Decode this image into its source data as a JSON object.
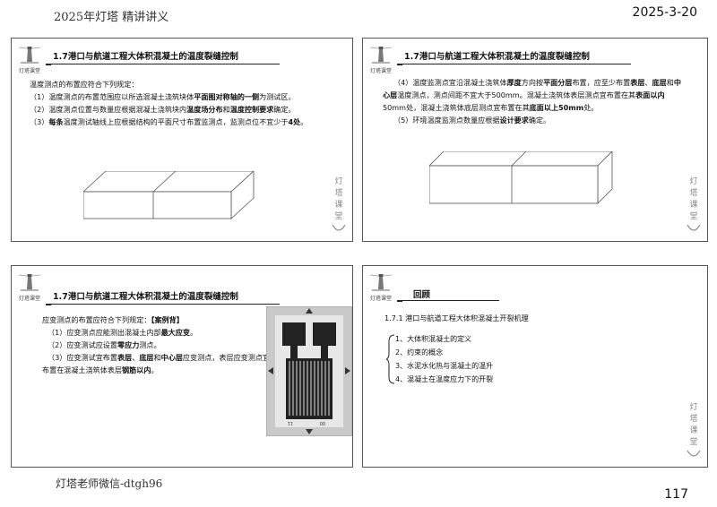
{
  "header": {
    "left": "2025年灯塔 精讲讲义",
    "date": "2025-3-20"
  },
  "footer": {
    "wechat": "灯塔老师微信-dtgh96",
    "page": "117"
  },
  "logo_text": "灯塔课堂",
  "slides": {
    "s1": {
      "title": "1.7港口与航道工程大体积混凝土的温度裂缝控制",
      "intro": "温度测点的布置应符合下列规定：",
      "p1_a": "（1）温度测点的布置范围应以所选混凝土浇筑块体",
      "p1_b": "平面图对称轴的一侧",
      "p1_c": "为测试区。",
      "p2_a": "（2）温度测点位置与数量应根据混凝土浇筑块内",
      "p2_b": "温度场分布",
      "p2_c": "和",
      "p2_d": "温度控制要求",
      "p2_e": "确定。",
      "p3_a": "（3）",
      "p3_b": "每条",
      "p3_c": "温度测试轴线上应根据结构的平面尺寸布置监测点，监测点位不宜少于",
      "p3_d": "4处",
      "p3_e": "。"
    },
    "s2": {
      "title": "1.7港口与航道工程大体积混凝土的温度裂缝控制",
      "p4_a": "（4）温度监测点宜沿混凝土浇筑体",
      "p4_b": "厚度",
      "p4_c": "方向按",
      "p4_d": "平面分层",
      "p4_e": "布置，应至少布置",
      "p4_f": "表层",
      "p4_g": "、",
      "p4_h": "底层",
      "p4_i": "和",
      "p4_j": "中心层",
      "p4_k": "温度测点，测点间距不宜大于500mm。混凝土浇筑体表层测点宜布置在其",
      "p4_l": "表面以内",
      "p4_m": "50mm处，混凝土浇筑体底层测点宜布置在其",
      "p4_n": "底面以上50mm",
      "p4_o": "处。",
      "p5_a": "（5）环境温度监测点数量应根据",
      "p5_b": "设计要求",
      "p5_c": "确定。"
    },
    "s3": {
      "title": "1.7港口与航道工程大体积混凝土的温度裂缝控制",
      "intro_a": "应变测点的布置应符合下列规定：",
      "intro_b": "【案例背】",
      "p1_a": "（1）应变测点应能测出混凝土内部",
      "p1_b": "最大应变",
      "p1_c": "。",
      "p2_a": "（2）应变测试应设置",
      "p2_b": "零应力",
      "p2_c": "测点。",
      "p3_a": "（3）应变测试宜布置",
      "p3_b": "表层",
      "p3_c": "、",
      "p3_d": "底层",
      "p3_e": "和",
      "p3_f": "中心层",
      "p3_g": "应变测点，表层应变测点宜布置在混凝土浇筑体表层",
      "p3_h": "钢筋以内",
      "p3_i": "。",
      "gauge_label_left": "11",
      "gauge_label_right": "00"
    },
    "s4": {
      "title": "回顾",
      "section": "1.7.1 港口与航道工程大体积混凝土开裂机理",
      "items": [
        "1、大体积混凝土的定义",
        "2、约束的概念",
        "3、水泥水化热与混凝土的温升",
        "4、混凝土在温度应力下的开裂"
      ]
    }
  }
}
